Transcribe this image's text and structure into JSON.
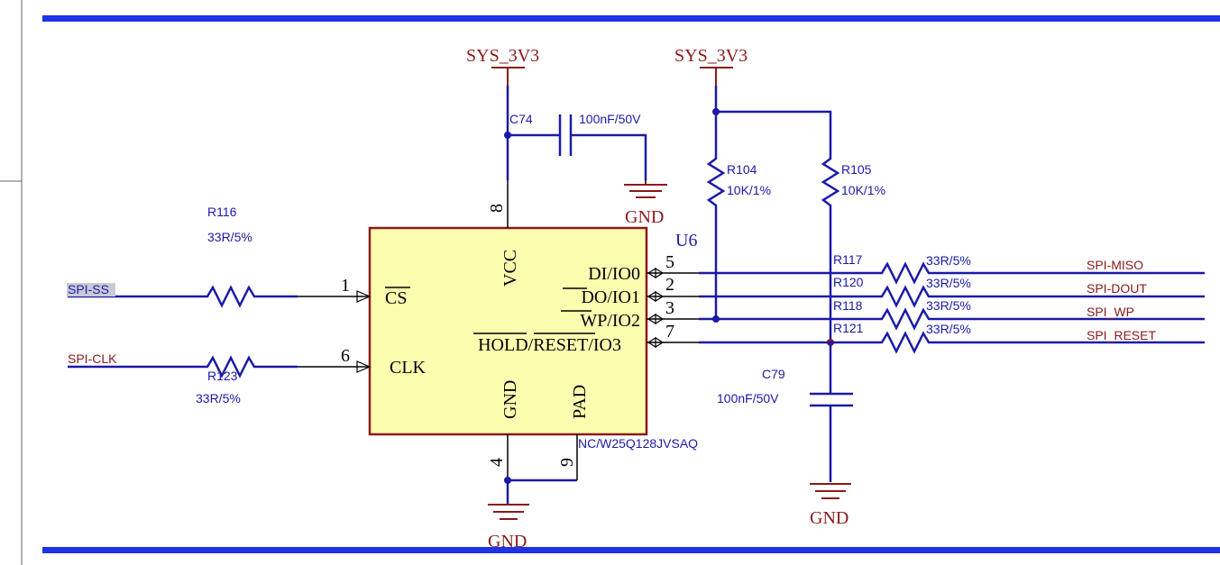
{
  "power": {
    "sys_left": "SYS_3V3",
    "sys_right": "SYS_3V3",
    "gnd_top": "GND",
    "gnd_bottom": "GND",
    "gnd_right": "GND"
  },
  "ic": {
    "ref": "U6",
    "part": "NC/W25Q128JVSAQ",
    "pins": {
      "cs": "CS",
      "clk": "CLK",
      "vcc": "VCC",
      "gnd": "GND",
      "pad": "PAD",
      "io0": "DI/IO0",
      "io1": "DO/IO1",
      "io2": "WP/IO2",
      "io3": "HOLD/RESET/IO3"
    },
    "pin_numbers": {
      "cs": "1",
      "clk": "6",
      "vcc": "8",
      "gnd": "4",
      "pad": "9",
      "io0": "5",
      "io1": "2",
      "io2": "3",
      "io3": "7"
    }
  },
  "components": {
    "c74": {
      "ref": "C74",
      "value": "100nF/50V"
    },
    "c79": {
      "ref": "C79",
      "value": "100nF/50V"
    },
    "r104": {
      "ref": "R104",
      "value": "10K/1%"
    },
    "r105": {
      "ref": "R105",
      "value": "10K/1%"
    },
    "r116": {
      "ref": "R116",
      "value": "33R/5%"
    },
    "r123": {
      "ref": "R123",
      "value": "33R/5%"
    },
    "r117": {
      "ref": "R117",
      "value": "33R/5%"
    },
    "r120": {
      "ref": "R120",
      "value": "33R/5%"
    },
    "r118": {
      "ref": "R118",
      "value": "33R/5%"
    },
    "r121": {
      "ref": "R121",
      "value": "33R/5%"
    }
  },
  "nets": {
    "spi_ss": "SPI-SS",
    "spi_clk": "SPI-CLK",
    "spi_miso": "SPI-MISO",
    "spi_dout": "SPI-DOUT",
    "spi_wp": "SPI_WP",
    "spi_reset": "SPI_RESET"
  },
  "colors": {
    "wire": "#1a1aa8",
    "power": "#8b1a1a",
    "ic_fill": "#fdfdb0",
    "ic_border": "#8b1a1a",
    "frame_bar": "#1e32e6"
  }
}
